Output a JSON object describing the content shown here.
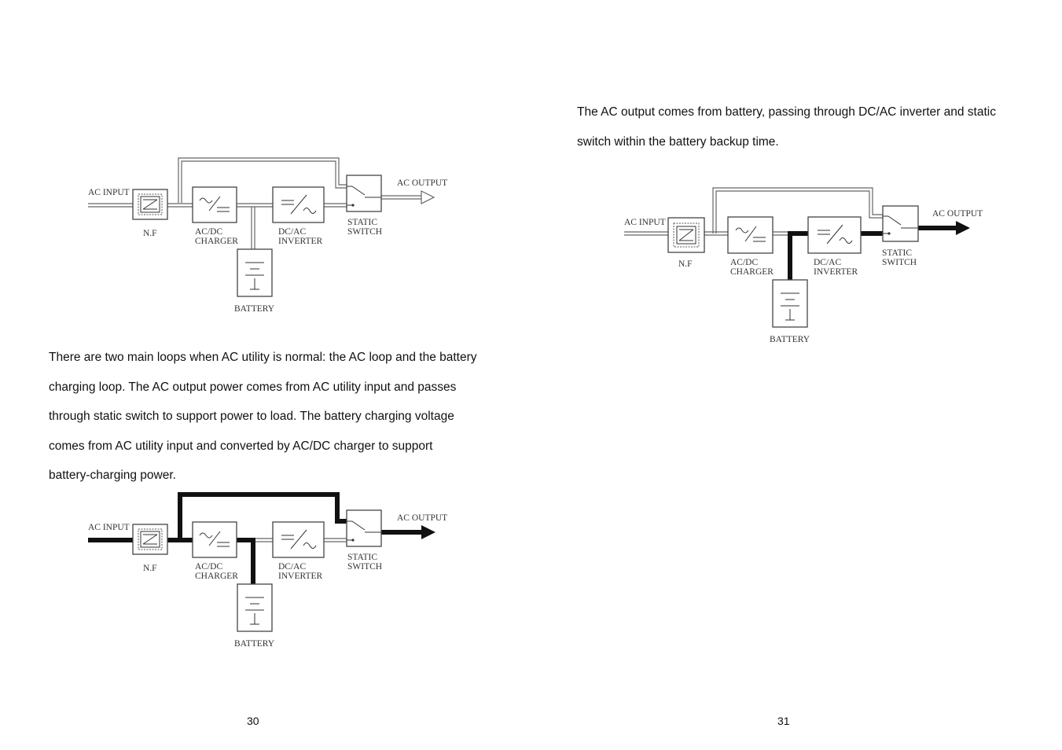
{
  "pages": [
    {
      "page_number": "30",
      "paragraph": [
        "There are two main loops when AC utility is normal: the AC loop and the battery",
        "charging loop. The AC output power comes from AC utility input and passes",
        "through static switch to support power to load. The battery charging voltage",
        "comes from AC utility input and converted by AC/DC charger to support",
        "battery-charging power."
      ]
    },
    {
      "page_number": "31",
      "paragraph": [
        "The AC output comes from battery, passing through DC/AC inverter and static",
        "switch within the battery backup time."
      ]
    }
  ],
  "diagram_labels": {
    "ac_input": "AC INPUT",
    "nf": "N.F",
    "acdc_1": "AC/DC",
    "acdc_2": "CHARGER",
    "dcac_1": "DC/AC",
    "dcac_2": "INVERTER",
    "static_1": "STATIC",
    "static_2": "SWITCH",
    "ac_output": "AC OUTPUT",
    "battery": "BATTERY"
  },
  "diagrams": [
    {
      "id": "block-diagram-overview",
      "highlighted_path": "none"
    },
    {
      "id": "block-diagram-normal-mode",
      "highlighted_path": "ac-loop-and-battery-charging-loop"
    },
    {
      "id": "block-diagram-battery-mode",
      "highlighted_path": "battery-inverter-output"
    }
  ]
}
